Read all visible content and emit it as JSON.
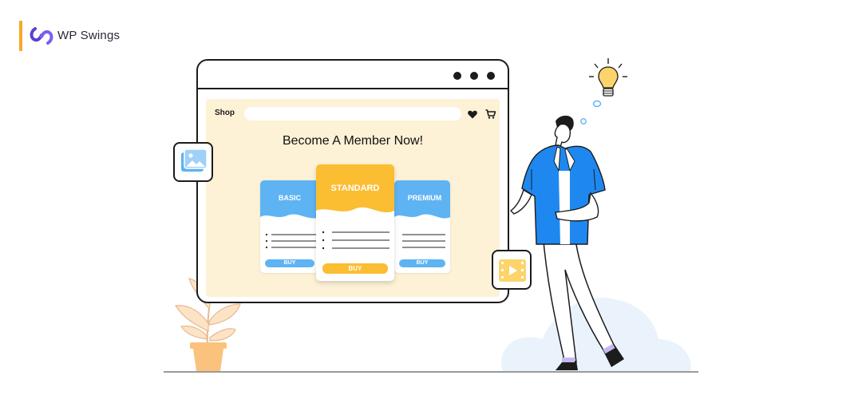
{
  "brand": {
    "name": "WP Swings",
    "accent": "#f7a829",
    "logo_color": "#5b3fd6"
  },
  "browser": {
    "shop_label": "Shop",
    "search": {
      "value": "",
      "placeholder": ""
    },
    "headline": "Become A Member Now!",
    "window_dots": 3
  },
  "plans": [
    {
      "title": "BASIC",
      "buy_label": "BUY",
      "color": "#5eb3f2",
      "line_count": 3
    },
    {
      "title": "STANDARD",
      "buy_label": "BUY",
      "color": "#fbbd32",
      "line_count": 3,
      "featured": true
    },
    {
      "title": "PREMIUM",
      "buy_label": "BUY",
      "color": "#5eb3f2",
      "line_count": 3
    }
  ],
  "icons": [
    "heart-icon",
    "cart-icon",
    "image-gallery-icon",
    "video-play-icon",
    "lightbulb-icon",
    "plant-icon"
  ],
  "colors": {
    "page_bg": "#ffffff",
    "panel_bg": "#fdf1d6",
    "shirt": "#1e88f0",
    "outline": "#1c1c1c"
  }
}
